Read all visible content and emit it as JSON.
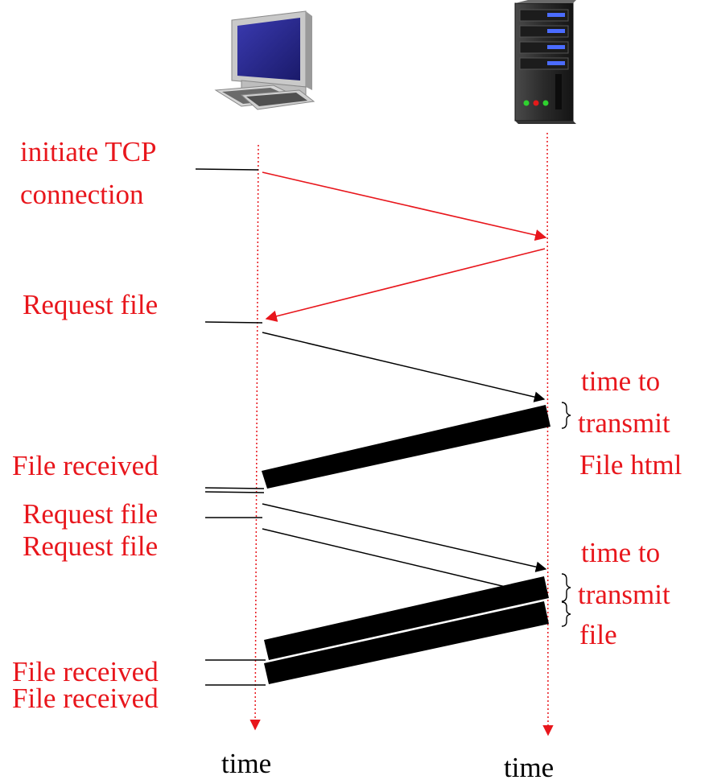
{
  "labels": {
    "initiate_line1": "initiate TCP",
    "initiate_line2": "connection",
    "request_file_1": "Request file",
    "file_received_1": "File received",
    "request_file_2": "Request file",
    "request_file_3": "Request file",
    "file_received_2": "File received",
    "file_received_3": "File received",
    "note1_line1": "time to",
    "note1_line2": "transmit",
    "note1_line3": "File html",
    "note2_line1": "time to",
    "note2_line2": "transmit",
    "note2_line3": "file",
    "client_time": "time",
    "server_time": "time"
  },
  "colors": {
    "accent_red": "#e8161c",
    "black": "#000000"
  },
  "icons": {
    "client": "desktop-computer-icon",
    "server": "server-tower-icon"
  }
}
